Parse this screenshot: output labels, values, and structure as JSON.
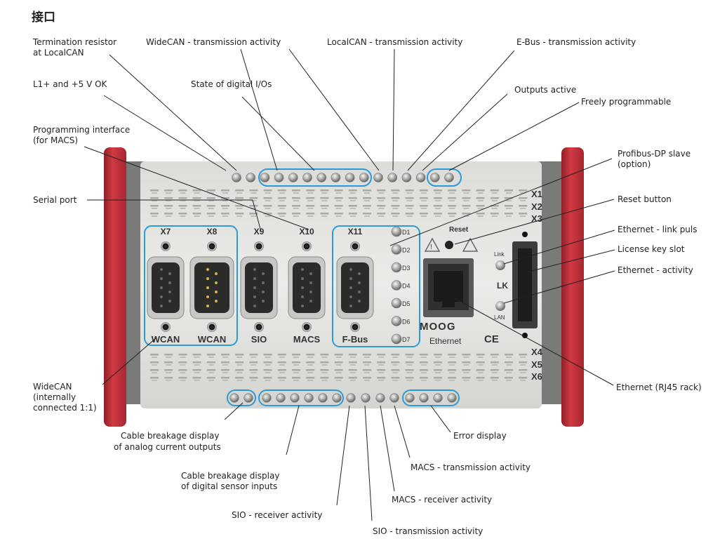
{
  "heading": "接口",
  "labels": {
    "term_resistor": [
      "Termination resistor",
      "at LocalCAN"
    ],
    "widecan_tx": "WideCAN - transmission activity",
    "localcan_tx": "LocalCAN - transmission activity",
    "ebus_tx": "E-Bus - transmission activity",
    "l1_ok": "L1+ and +5 V OK",
    "digital_io": "State of digital I/Os",
    "outputs_active": "Outputs active",
    "freely_prog": "Freely programmable",
    "prog_interface": [
      "Programming interface",
      "(for MACS)"
    ],
    "profibus": [
      "Profibus-DP slave",
      "(option)"
    ],
    "serial_port": "Serial port",
    "reset_button": "Reset button",
    "eth_link": "Ethernet - link puls",
    "license_slot": "License key slot",
    "eth_activity": "Ethernet - activity",
    "widecan": [
      "WideCAN",
      "(internally",
      "connected 1:1)"
    ],
    "eth_rj45": "Ethernet (RJ45 rack)",
    "cable_analog": [
      "Cable breakage display",
      "of analog current outputs"
    ],
    "error_display": "Error display",
    "cable_digital": [
      "Cable breakage display",
      "of digital sensor inputs"
    ],
    "macs_tx": "MACS - transmission activity",
    "macs_rx": "MACS - receiver activity",
    "sio_rx": "SIO - receiver activity",
    "sio_tx": "SIO - transmission activity"
  },
  "device": {
    "ports_top": [
      "X7",
      "X8",
      "X9",
      "X10",
      "X11"
    ],
    "ports_bottom": [
      "WCAN",
      "WCAN",
      "SIO",
      "MACS",
      "F-Bus"
    ],
    "connector_rows_right": [
      "X1",
      "X2",
      "X3",
      "X4",
      "X5",
      "X6"
    ],
    "d_leds": [
      "D1",
      "D2",
      "D3",
      "D4",
      "D5",
      "D6",
      "D7"
    ],
    "reset_label": "Reset",
    "link_label": "Link",
    "lan_label": "LAN",
    "lk_label": "LK",
    "brand": "MOOG",
    "ethernet_label": "Ethernet",
    "ce_mark": "CE"
  },
  "colors": {
    "highlight": "#2a9bd8",
    "end_cap": "#c0303a",
    "housing": "#e3e3e0"
  }
}
